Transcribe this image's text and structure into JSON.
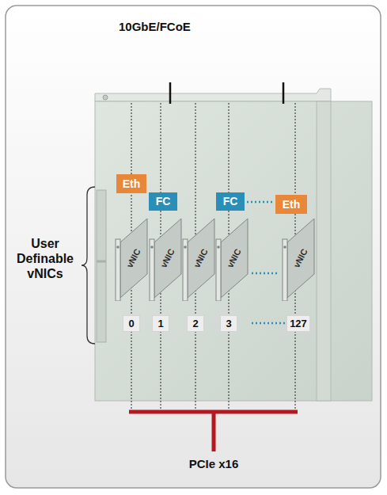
{
  "diagram": {
    "title": "10GbE/FCoE",
    "nodes": [
      {
        "text": [
          "Eth"
        ]
      },
      {
        "text": [
          "FC"
        ]
      },
      {
        "text": [
          "FC"
        ]
      },
      {
        "text": [
          "Eth"
        ]
      },
      {
        "text": [
          "vNIC"
        ]
      },
      {
        "text": [
          "vNIC"
        ]
      },
      {
        "text": [
          "vNIC"
        ]
      },
      {
        "text": [
          "vNIC"
        ]
      },
      {
        "text": [
          "vNIC"
        ]
      },
      {
        "text": [
          "0"
        ]
      },
      {
        "text": [
          "1"
        ]
      },
      {
        "text": [
          "2"
        ]
      },
      {
        "text": [
          "3"
        ]
      },
      {
        "text": [
          "127"
        ]
      }
    ],
    "labels": [
      "User Definable vNICs",
      "PCIe x16"
    ]
  }
}
